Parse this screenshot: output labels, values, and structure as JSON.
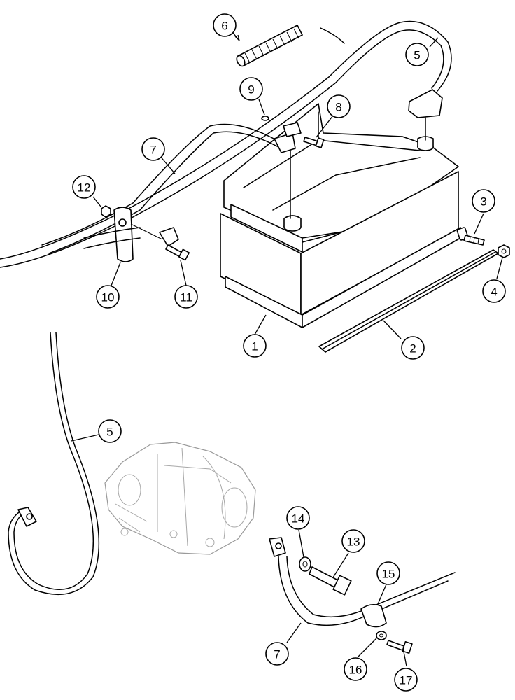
{
  "callouts": [
    {
      "id": "c1",
      "label": "1"
    },
    {
      "id": "c2",
      "label": "2"
    },
    {
      "id": "c3",
      "label": "3"
    },
    {
      "id": "c4",
      "label": "4"
    },
    {
      "id": "c5a",
      "label": "5"
    },
    {
      "id": "c5b",
      "label": "5"
    },
    {
      "id": "c6",
      "label": "6"
    },
    {
      "id": "c7a",
      "label": "7"
    },
    {
      "id": "c7b",
      "label": "7"
    },
    {
      "id": "c8",
      "label": "8"
    },
    {
      "id": "c9",
      "label": "9"
    },
    {
      "id": "c10",
      "label": "10"
    },
    {
      "id": "c11",
      "label": "11"
    },
    {
      "id": "c12",
      "label": "12"
    },
    {
      "id": "c13",
      "label": "13"
    },
    {
      "id": "c14",
      "label": "14"
    },
    {
      "id": "c15",
      "label": "15"
    },
    {
      "id": "c16",
      "label": "16"
    },
    {
      "id": "c17",
      "label": "17"
    }
  ]
}
